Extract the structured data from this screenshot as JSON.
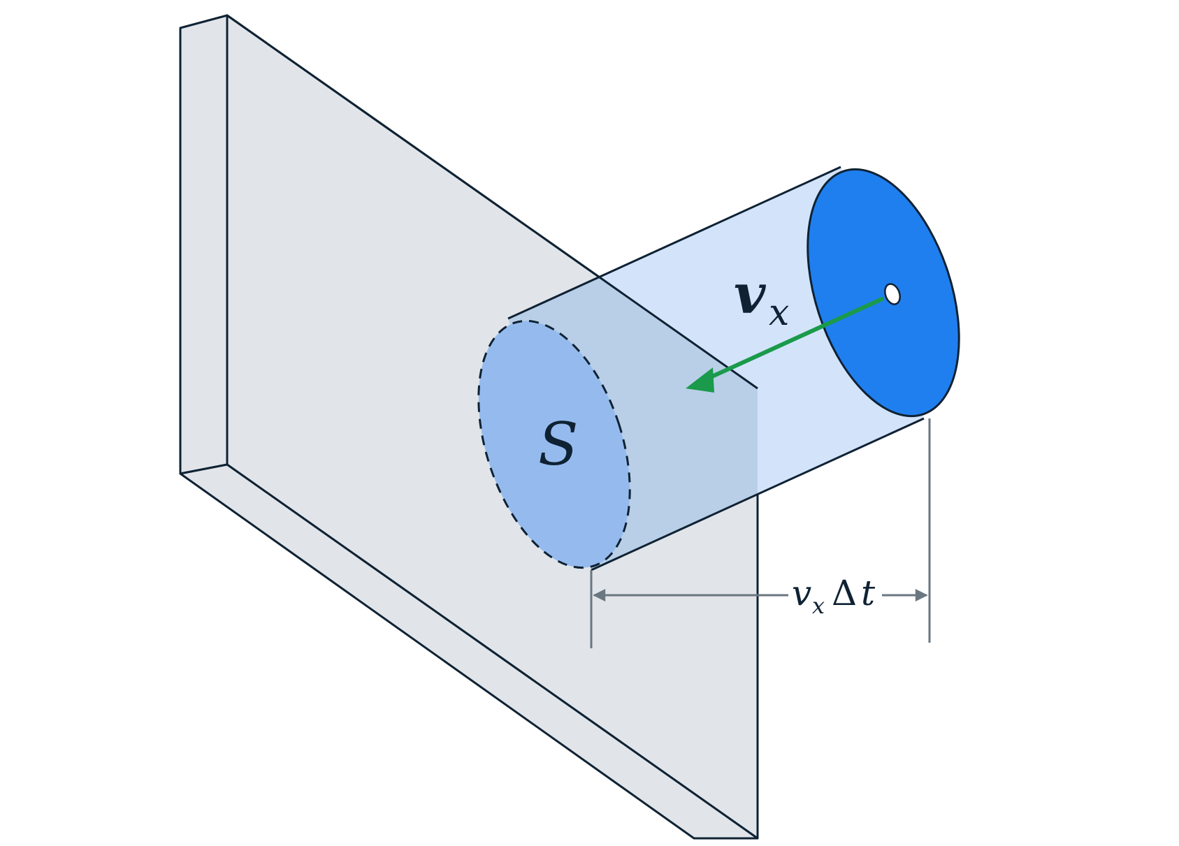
{
  "labels": {
    "area": "S",
    "velocity": "v",
    "velocity_subscript": "x",
    "distance_v": "v",
    "distance_subscript": "x",
    "distance_delta": "Δ",
    "distance_t": "t"
  },
  "colors": {
    "outline": "#0f2233",
    "wall_fill": "#e1e5e9",
    "cylinder_side": "#d3e4fa",
    "cylinder_side_overlap": "#b9cfe8",
    "front_face": "#1f7fef",
    "back_face": "#95bbee",
    "velocity_arrow": "#1a9a4a",
    "dimension_line": "#6a7680"
  },
  "icons": {
    "velocity_arrow": "arrow-left-down-icon",
    "dimension_arrows": "double-arrow-icon"
  }
}
